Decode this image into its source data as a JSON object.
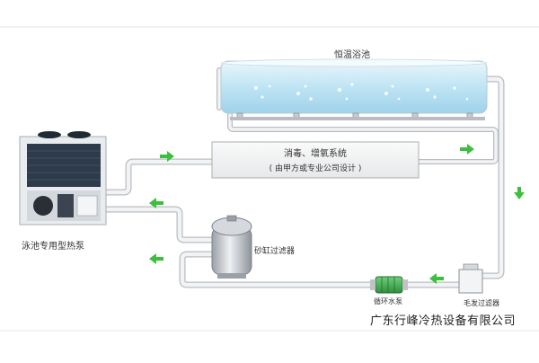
{
  "labels": {
    "pool": "恒温浴池",
    "heat_pump": "泳池专用型热泵",
    "disinfection_title": "消毒、增氧系统",
    "disinfection_subtitle": "( 由甲方或专业公司设计 )",
    "sand_filter": "砂缸过滤器",
    "circulation_pump": "循环水泵",
    "hair_filter": "毛发过滤器",
    "company": "广东行峰冷热设备有限公司"
  },
  "colors": {
    "pipe_fill": "#f2f3f5",
    "pipe_stroke": "#b9bcc0",
    "arrow_green": "#3dbf3d",
    "water_light": "#dff2fb",
    "water_mid": "#a9d9ee",
    "heat_pump_body": "#e9ecef",
    "heat_pump_dark": "#2d3b4a",
    "pump_green": "#3aa14a",
    "separator_line": "#cfd3d7"
  },
  "icons": [
    "heat-pump-unit",
    "pool-tank",
    "disinfection-box",
    "sand-filter-tank",
    "circulation-pump",
    "hair-filter-box",
    "flow-arrow"
  ]
}
